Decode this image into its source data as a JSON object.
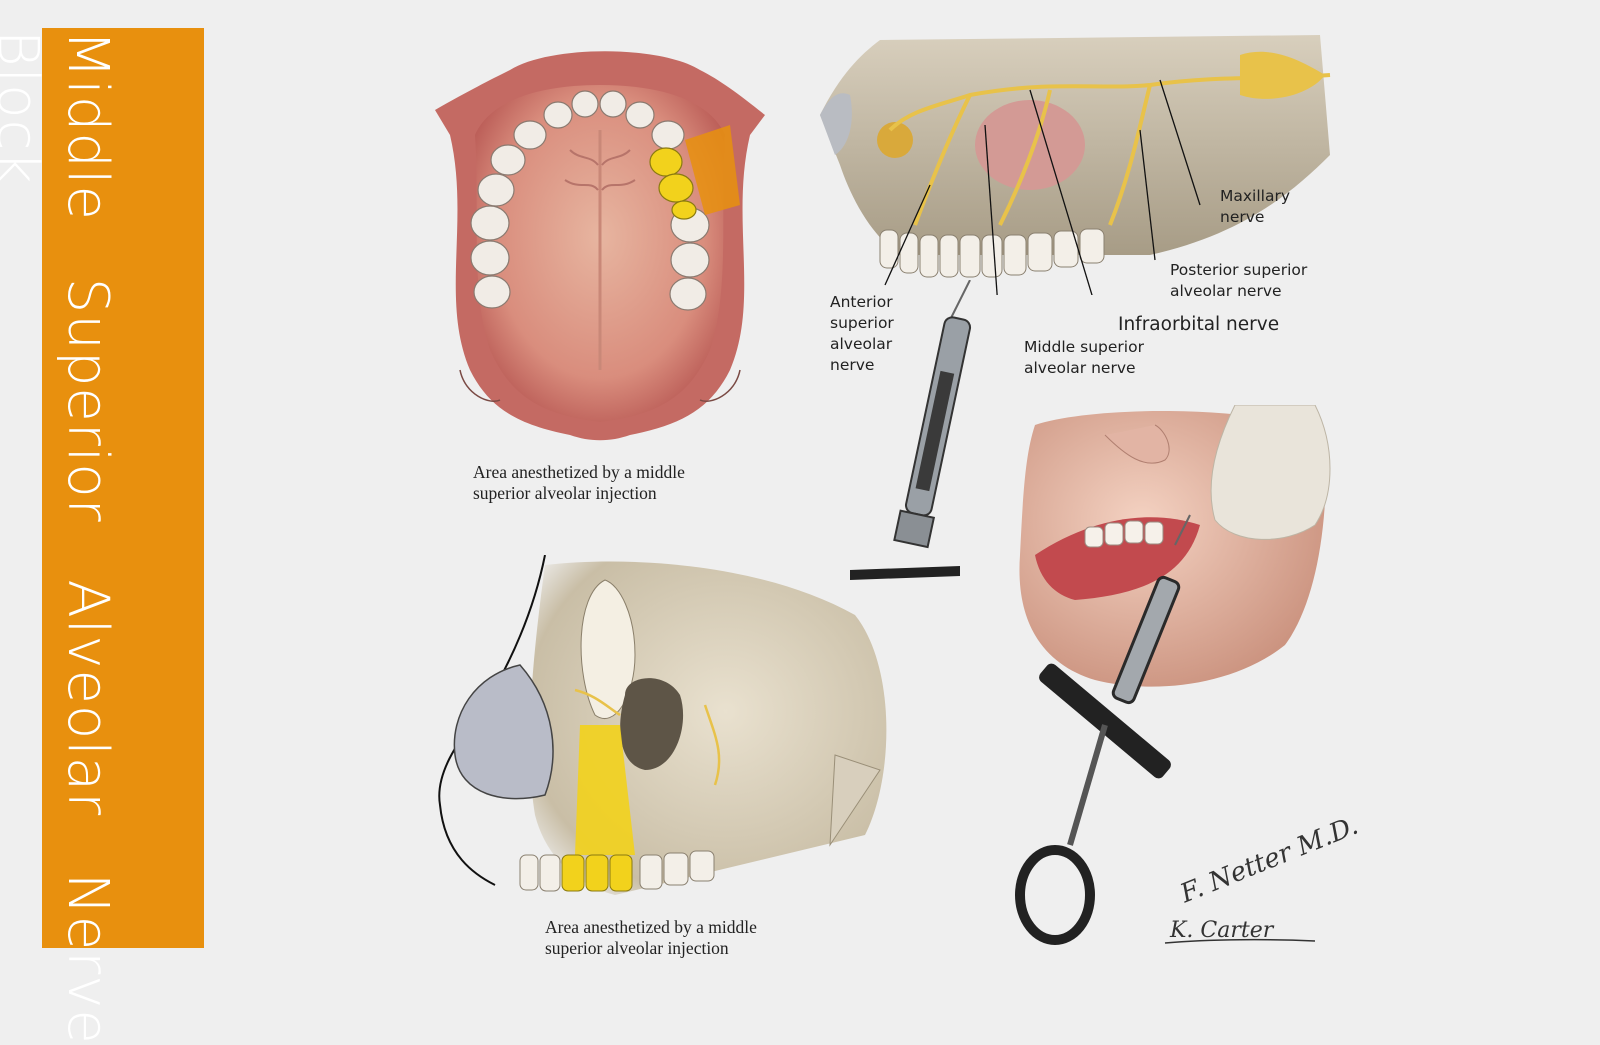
{
  "title": {
    "line1": "Middle Superior Alveolar Nerve",
    "line2": "Block"
  },
  "figures": {
    "palate": {
      "caption_line1": "Area anesthetized by a middle",
      "caption_line2": "superior alveolar injection"
    },
    "skull_lateral": {
      "caption_line1": "Area anesthetized by a middle",
      "caption_line2": "superior alveolar injection"
    },
    "nerve_diagram": {
      "labels": {
        "maxillary": [
          "Maxillary",
          "nerve"
        ],
        "posterior_superior": [
          "Posterior superior",
          "alveolar nerve"
        ],
        "infraorbital": "Infraorbital nerve",
        "anterior_superior": [
          "Anterior",
          "superior",
          "alveolar",
          "nerve"
        ],
        "middle_superior": [
          "Middle superior",
          "alveolar nerve"
        ]
      }
    },
    "signature": {
      "artist1": "F. Netter M.D.",
      "artist2": "K. Carter"
    }
  },
  "colors": {
    "banner": "#e8900e",
    "background": "#efefef",
    "anesthetized_area": "#f2d21c",
    "nerve": "#e8c24a"
  }
}
